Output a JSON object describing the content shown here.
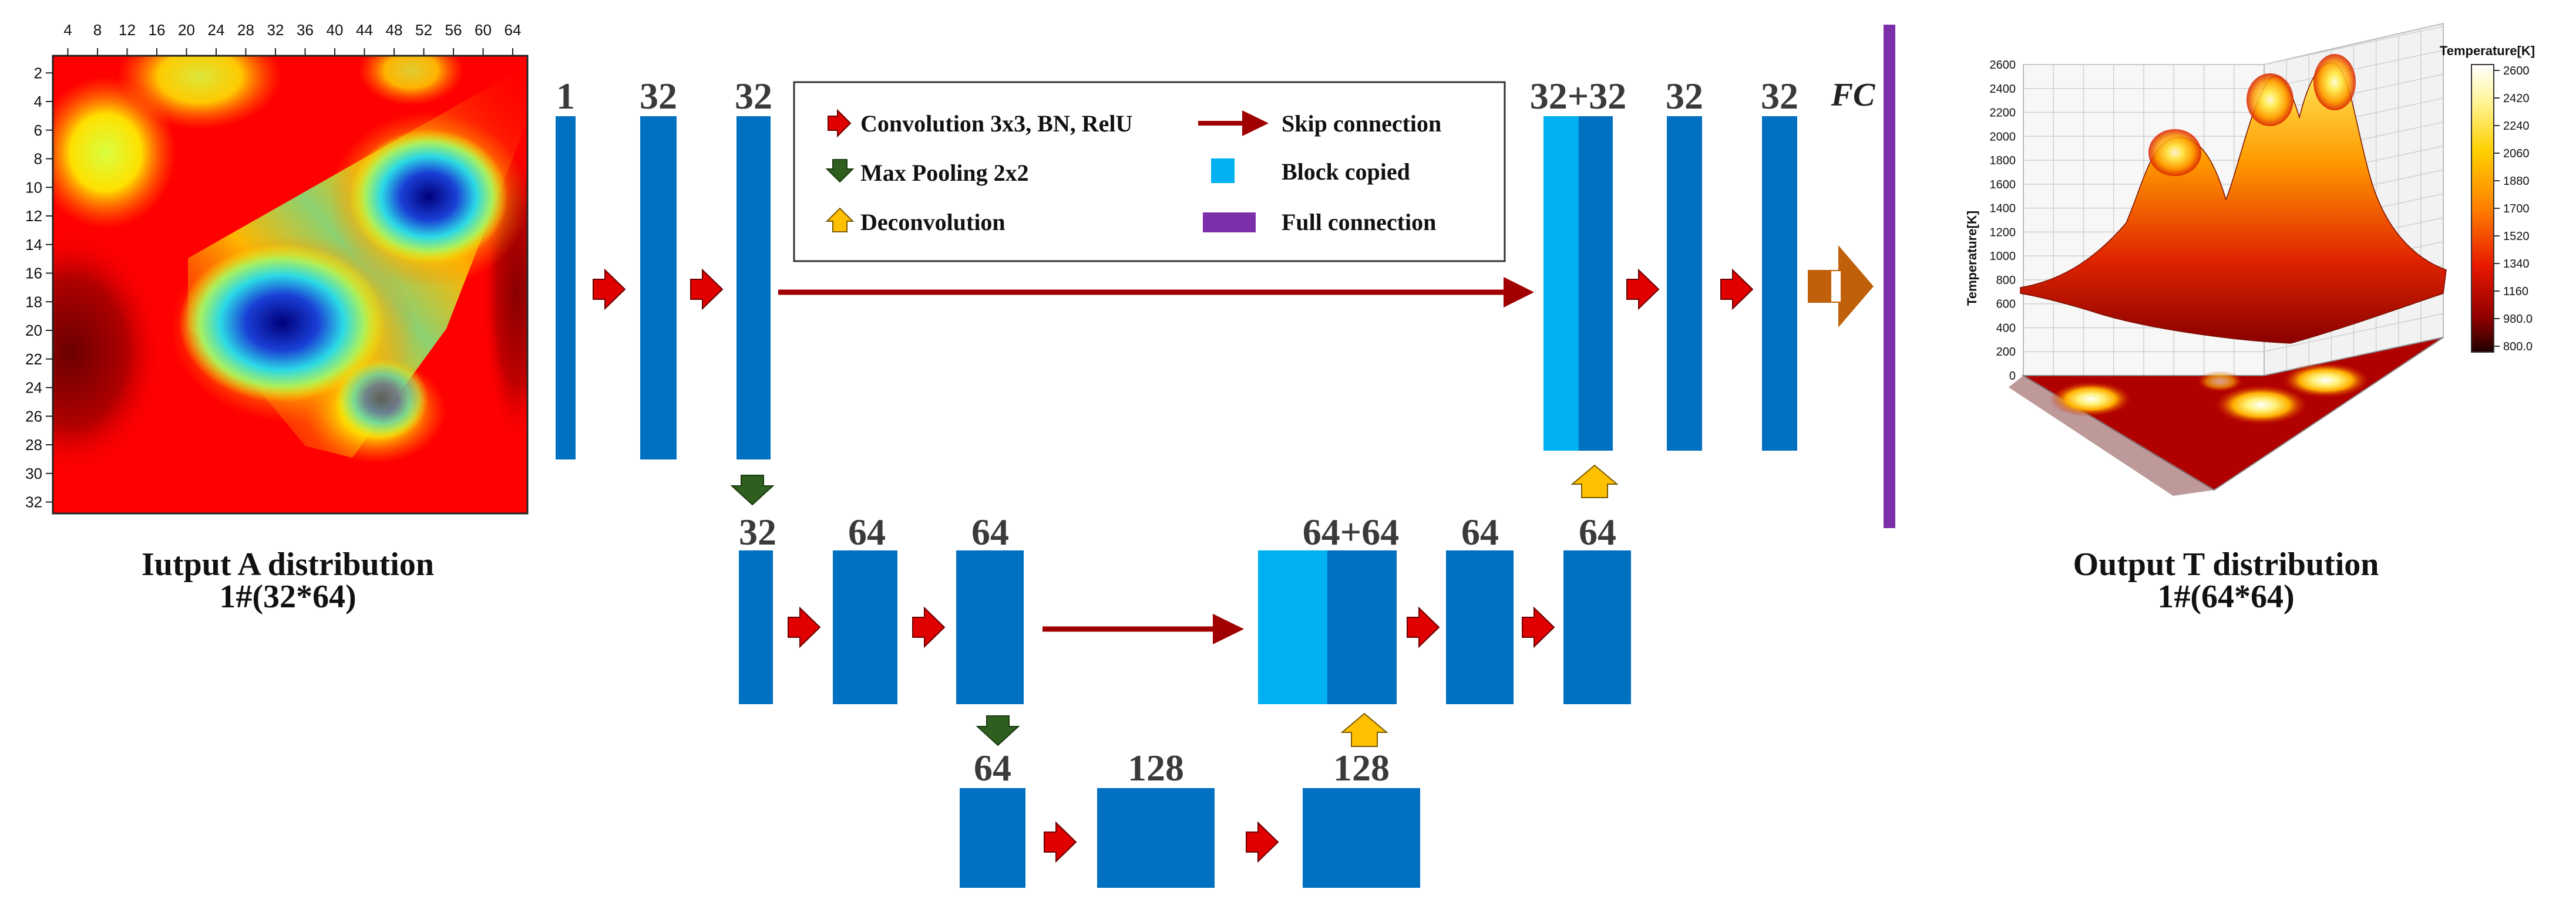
{
  "colors": {
    "block": "#0070c0",
    "block_copied": "#00b0f0",
    "conv_arrow": "#e00000",
    "skip_arrow": "#a00000",
    "pool_arrow": "#2e5f1e",
    "deconv_arrow": "#ffc000",
    "fc_bar": "#7b2fa8",
    "fc_arrow": "#c0600a"
  },
  "legend": {
    "conv": "Convolution 3x3, BN, RelU",
    "skip": "Skip connection",
    "pool": "Max Pooling 2x2",
    "copied": "Block copied",
    "deconv": "Deconvolution",
    "fc": "Full connection"
  },
  "channels": {
    "l1a": "1",
    "l1b": "32",
    "l1c": "32",
    "l1d": "32+32",
    "l1e": "32",
    "l1f": "32",
    "l2a": "32",
    "l2b": "64",
    "l2c": "64",
    "l2d": "64+64",
    "l2e": "64",
    "l2f": "64",
    "l3a": "64",
    "l3b": "128",
    "l3c": "128"
  },
  "fc_label": "FC",
  "input": {
    "caption_line1": "Iutput A distribution",
    "caption_line2": "1#(32*64)",
    "x_ticks": [
      "4",
      "8",
      "12",
      "16",
      "20",
      "24",
      "28",
      "32",
      "36",
      "40",
      "44",
      "48",
      "52",
      "56",
      "60",
      "64"
    ],
    "y_ticks": [
      "2",
      "4",
      "6",
      "8",
      "10",
      "12",
      "14",
      "16",
      "18",
      "20",
      "22",
      "24",
      "26",
      "28",
      "30",
      "32"
    ]
  },
  "output": {
    "caption_line1": "Output T distribution",
    "caption_line2": "1#(64*64)",
    "z_axis_label": "Temperature[K]",
    "z_ticks": [
      "0",
      "200",
      "400",
      "600",
      "800",
      "1000",
      "1200",
      "1400",
      "1600",
      "1800",
      "2000",
      "2200",
      "2400",
      "2600"
    ],
    "colorbar_title": "Temperature[K]",
    "colorbar_ticks": [
      "2600",
      "2420",
      "2240",
      "2060",
      "1880",
      "1700",
      "1520",
      "1340",
      "1160",
      "980.0",
      "800.0"
    ]
  }
}
